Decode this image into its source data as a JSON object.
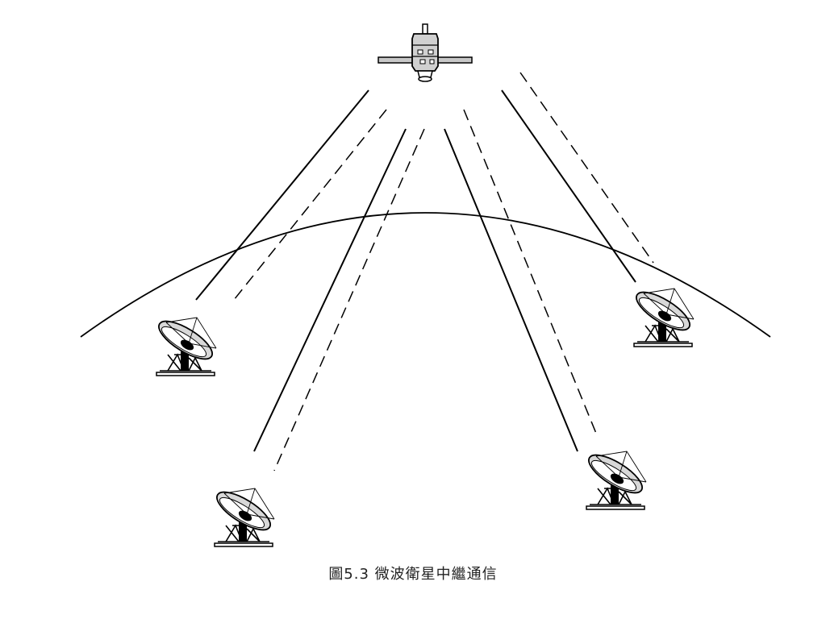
{
  "figure": {
    "caption": "圖5.3  微波衛星中繼通信",
    "elements": {
      "satellite": "satellite-icon",
      "earth_surface": "earth-curvature-arc",
      "ground_stations": [
        "satellite-dish-icon",
        "satellite-dish-icon",
        "satellite-dish-icon",
        "satellite-dish-icon"
      ],
      "links": [
        "uplink-solid-line",
        "downlink-dashed-line"
      ]
    }
  },
  "colors": {
    "line": "#000000",
    "dish_fill": "#d8d8d8",
    "background": "#ffffff"
  }
}
